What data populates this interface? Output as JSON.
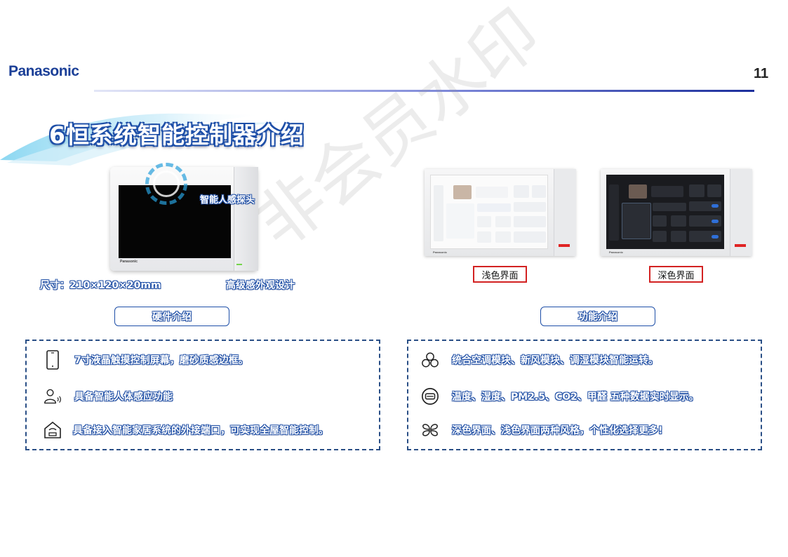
{
  "header": {
    "brand": "Panasonic",
    "page_number": "11"
  },
  "title": "6恒系统智能控制器介绍",
  "hardware": {
    "sensor_label": "智能人感探头",
    "size_label": "尺寸：210×120×20mm",
    "design_label": "高级感外观设计",
    "device_brand": "Panasonic",
    "section_button": "硬件介绍",
    "features": [
      {
        "icon": "phone-icon",
        "text": "7寸液晶触摸控制屏幕，磨砂质感边框。"
      },
      {
        "icon": "person-sensing-icon",
        "text": "具备智能人体感应功能"
      },
      {
        "icon": "smart-home-icon",
        "text": "具备接入智能家居系统的外接端口，可实现全屋智能控制。"
      }
    ]
  },
  "function": {
    "light_label": "浅色界面",
    "dark_label": "深色界面",
    "section_button": "功能介绍",
    "device_brand": "Panasonic",
    "features": [
      {
        "icon": "modules-icon",
        "text": "统合空调模块、新风模块、调湿模块智能运转。"
      },
      {
        "icon": "display-data-icon",
        "text": "温度、湿度、PM2.5、CO2、甲醛 五种数据实时显示。"
      },
      {
        "icon": "style-grid-icon",
        "text": "深色界面、浅色界面两种风格，个性化选择更多!"
      }
    ]
  },
  "watermark": "非会员水印",
  "colors": {
    "brand_blue": "#1b3f97",
    "outline_blue": "#1f4fa6",
    "red": "#d32222"
  }
}
